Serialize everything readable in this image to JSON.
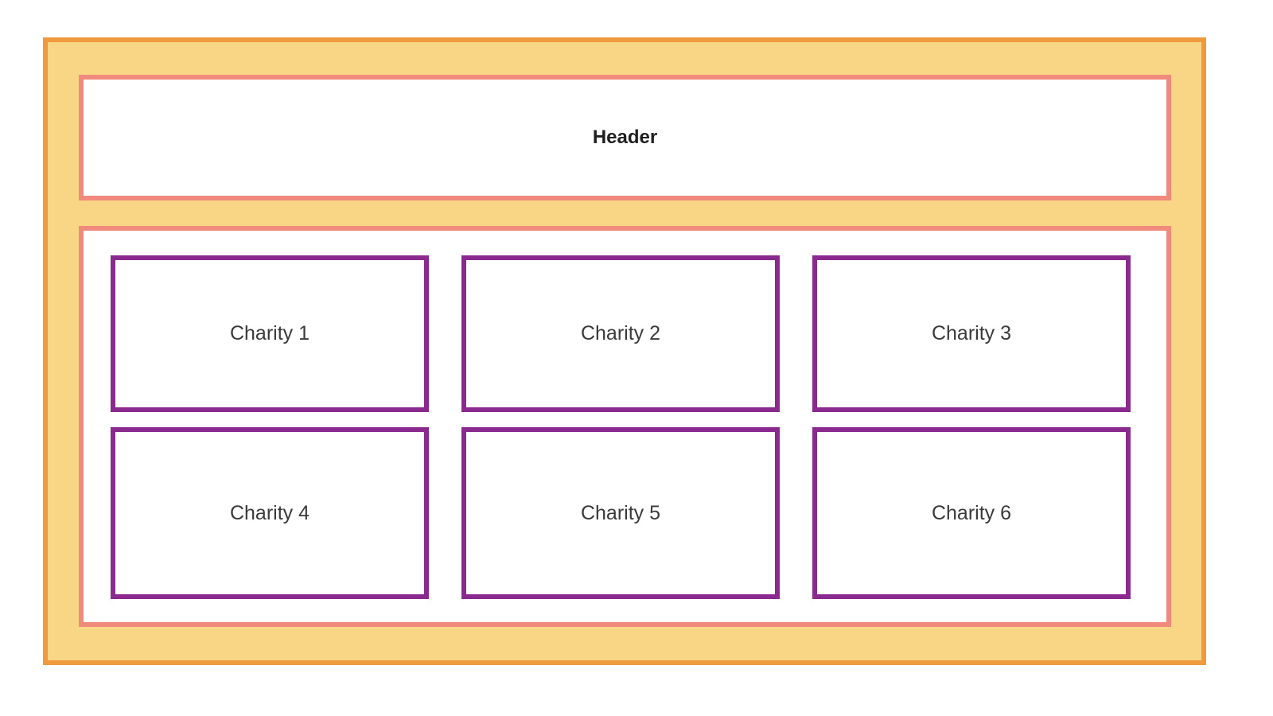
{
  "layout": {
    "header": {
      "label": "Header"
    },
    "charities": [
      {
        "label": "Charity 1"
      },
      {
        "label": "Charity 2"
      },
      {
        "label": "Charity 3"
      },
      {
        "label": "Charity 4"
      },
      {
        "label": "Charity 5"
      },
      {
        "label": "Charity 6"
      }
    ]
  },
  "colors": {
    "outer_fill": "#f9d686",
    "outer_border": "#ef9a3c",
    "section_border": "#ef8a7d",
    "card_border": "#8a2a8e"
  }
}
